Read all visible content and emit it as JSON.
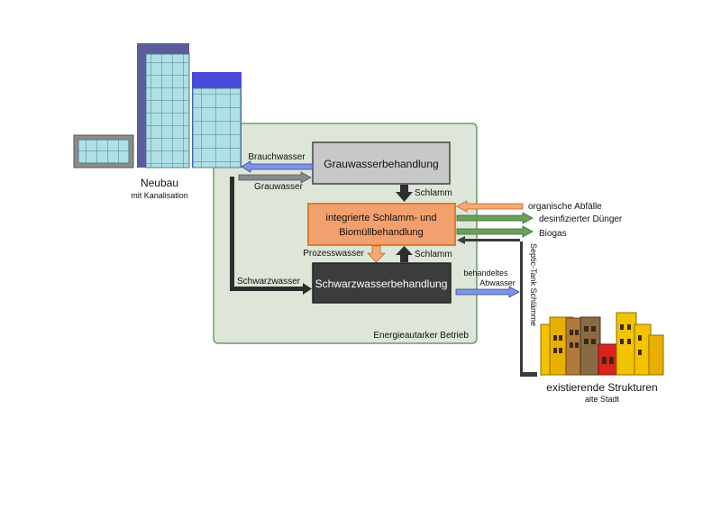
{
  "new_building": {
    "title": "Neubau",
    "subtitle": "mit Kanalisation"
  },
  "existing_city": {
    "title": "existierende Strukturen",
    "subtitle": "alte Stadt"
  },
  "plant_region": {
    "label": "Energieautarker Betrieb"
  },
  "process_boxes": {
    "greywater": "Grauwasserbehandlung",
    "sludge_line1": "integrierte Schlamm- und",
    "sludge_line2": "Biomüllbehandlung",
    "blackwater": "Schwarzwasserbehandlung"
  },
  "flow_labels": {
    "service_water": "Brauchwasser",
    "greywater": "Grauwasser",
    "sludge_down": "Schlamm",
    "sludge_up": "Schlamm",
    "process_water": "Prozesswasser",
    "blackwater": "Schwarzwasser",
    "treated_line1": "behandeltes",
    "treated_line2": "Abwasser",
    "septic": "Septic-Tank Schlämme",
    "organic_waste": "organische Abfälle",
    "fertilizer": "desinfizierter Dünger",
    "biogas": "Biogas"
  },
  "colors": {
    "plant_fill": "#dde6d8",
    "plant_border": "#6f9a6a",
    "greywater_box": "#c8c8c8",
    "sludge_box": "#f2a06e",
    "sludge_border": "#e07a2c",
    "blackwater_box": "#3c3c3c",
    "blue_arrow": "#7f94e6",
    "grey_arrow": "#8a8a8a",
    "green_arrow": "#6aa05a",
    "orange_arrow": "#f4ab72",
    "dark_arrow": "#3a3a3a"
  }
}
